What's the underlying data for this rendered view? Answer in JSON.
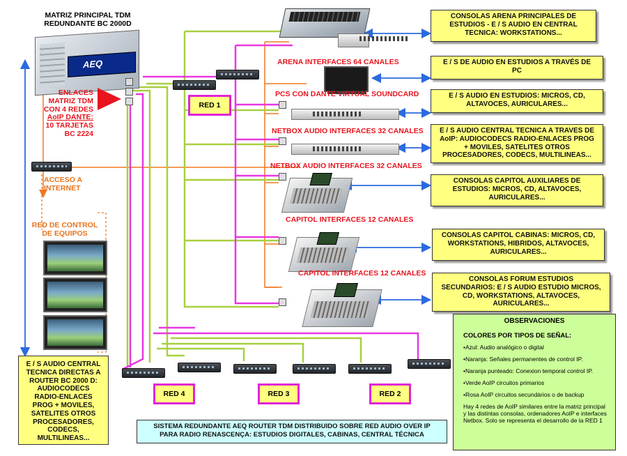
{
  "main_router": {
    "title_line1": "MATRIZ PRINCIPAL TDM",
    "title_line2": "REDUNDANTE BC 2000D",
    "logo": "AEQ"
  },
  "links_label": {
    "l1": "ENLACES",
    "l2": "MATRIZ TDM",
    "l3": "CON 4 REDES",
    "l4": "AoIP DANTE:",
    "l5": "10 TARJETAS",
    "l6": "BC 2224"
  },
  "internet_label": {
    "l1": "ACCESO A",
    "l2": "INTERNET"
  },
  "control_label": {
    "l1": "RED DE CONTROL",
    "l2": "DE EQUIPOS"
  },
  "device_labels": {
    "arena": "ARENA  INTERFACES 64 CANALES",
    "pcs": "PCS CON DANTE VIRTUAL SOUNDCARD",
    "netbox1": "NETBOX AUDIO INTERFACES 32 CANALES",
    "netbox2": "NETBOX AUDIO INTERFACES 32 CANALES",
    "capitol1": "CAPITOL INTERFACES 12 CANALES",
    "capitol2": "CAPITOL INTERFACES 12 CANALES"
  },
  "right_boxes": {
    "b1": {
      "l1": "CONSOLAS ARENA PRINCIPALES DE",
      "l2": "ESTUDIOS - E / S AUDIO EN CENTRAL",
      "l3": "TECNICA: WORKSTATIONS..."
    },
    "b2": {
      "l1": "E / S DE AUDIO EN ESTUDIOS A TRAVÉS DE",
      "l2": "PC"
    },
    "b3": {
      "l1": "E / S AUDIO EN ESTUDIOS: MICROS, CD,",
      "l2": "ALTAVOCES, AURICULARES..."
    },
    "b4": {
      "l1": "E / S AUDIO CENTRAL TECNICA A TRAVES DE",
      "l2": "AoIP: AUDIOCODECS RADIO-ENLACES PROG",
      "l3": "+ MOVILES, SATELITES OTROS",
      "l4": "PROCESADORES, CODECS, MULTILINEAS..."
    },
    "b5": {
      "l1": "CONSOLAS CAPITOL AUXILIARES DE",
      "l2": "ESTUDIOS: MICROS, CD, ALTAVOCES,",
      "l3": "AURICULARES..."
    },
    "b6": {
      "l1": "CONSOLAS CAPITOL CABINAS: MICROS, CD,",
      "l2": "WORKSTATIONS, HIBRIDOS, ALTAVOCES,",
      "l3": "AURICULARES..."
    },
    "b7": {
      "l1": "CONSOLAS FORUM ESTUDIOS",
      "l2": "SECUNDARIOS: E / S AUDIO ESTUDIO MICROS,",
      "l3": "CD, WORKSTATIONS, ALTAVOCES,",
      "l4": "AURICULARES..."
    }
  },
  "left_box": {
    "l1": "E / S AUDIO CENTRAL",
    "l2": "TECNICA DIRECTAS A",
    "l3": "ROUTER BC 2000 D:",
    "l4": "AUDIOCODECS",
    "l5": "RADIO-ENLACES",
    "l6": "PROG + MOVILES,",
    "l7": "SATELITES OTROS",
    "l8": "PROCESADORES,",
    "l9": "CODECS,",
    "l10": "MULTILINEAS..."
  },
  "networks": {
    "red1": "RED 1",
    "red2": "RED 2",
    "red3": "RED 3",
    "red4": "RED 4"
  },
  "bottom_title": {
    "l1": "SISTEMA REDUNDANTE AEQ ROUTER TDM DISTRIBUIDO SOBRE RED AUDIO OVER IP",
    "l2": "PARA RADIO RENASCENÇA: ESTUDIOS DIGITALES, CABINAS, CENTRAL TÉCNICA"
  },
  "observations": {
    "title": "OBSERVACIONES",
    "subtitle": "COLORES POR TIPOS DE SEÑAL:",
    "items": [
      "Azul: Audio analógico o digital",
      "Naranja: Señales permanentes de control IP.",
      "Naranja punteado: Conexion temporal control IP.",
      "Verde AoIP circuitos primarios",
      "Rosa AoIP circuitos secundários o de backup"
    ],
    "note": "Hay 4 redes de AoIP similares entre la matriz principal y las distintas consolas, ordenadores AoIP e interfaces Netbox. Solo se representa el desarrollo de la RED 1"
  },
  "colors": {
    "blue": "#2a6ae0",
    "orange": "#f07820",
    "green": "#a8d040",
    "pink": "#e838e0",
    "red": "#e8141e",
    "yellow": "#ffff80",
    "obs_bg": "#ccff99"
  }
}
